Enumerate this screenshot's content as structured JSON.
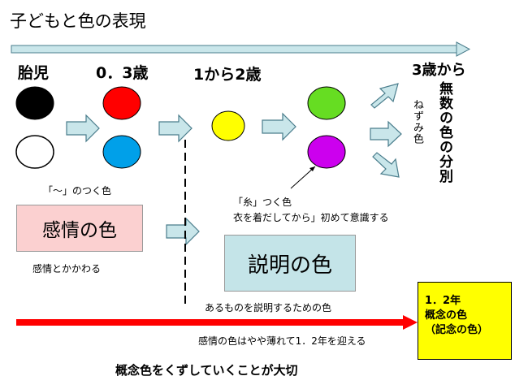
{
  "title": "子どもと色の表現",
  "stages": {
    "fetus": "胎児",
    "age_0_3": "0．3歳",
    "age_1_2": "1から2歳",
    "age_3": "3歳から"
  },
  "labels": {
    "tsuku_color": "「～」のつく色",
    "ito_color_line1": "「糸」つく色",
    "ito_color_line2": "衣を着だしてから」初めて意識する",
    "emotion_related": "感情とかかわる",
    "explain_purpose": "あるものを説明するための色",
    "fading": "感情の色はやや薄れて1．2年を迎える",
    "conclusion": "概念色をくずしていくことが大切",
    "vertical_main": "無数の色の分別",
    "vertical_sub": "ねずみ色"
  },
  "boxes": {
    "emotion": "感情の色",
    "explanation": "説明の色",
    "concept_line1": "1．2年",
    "concept_line2": "概念の色",
    "concept_line3": "（記念の色）"
  },
  "colors": {
    "black": "#000000",
    "white": "#ffffff",
    "red": "#ff0000",
    "blue": "#00a0e9",
    "yellow": "#ffff00",
    "green": "#66dd22",
    "purple": "#cc00ee",
    "emotion_box": "#fbd0d0",
    "explain_box": "#c4e4e8",
    "concept_box": "#ffff00",
    "arrow_fill": "#c9e6ea",
    "arrow_stroke": "#4a7d8c",
    "timeline_red": "#ff0000"
  }
}
